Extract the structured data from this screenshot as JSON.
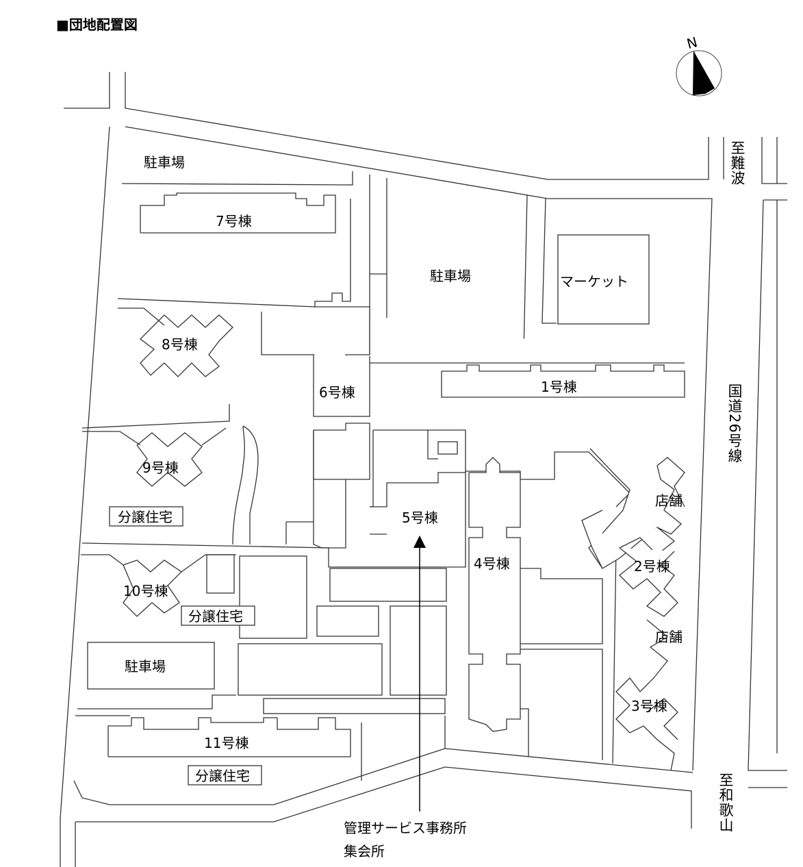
{
  "title": "■団地配置図",
  "compass": {
    "north_label": "N"
  },
  "roads": {
    "to_namba": "至難波",
    "route26": "国道26号線",
    "to_wakayama": "至和歌山"
  },
  "labels": {
    "parking_top": "駐車場",
    "bldg7": "7号棟",
    "parking_center": "駐車場",
    "market": "マーケット",
    "bldg8": "8号棟",
    "bldg6": "6号棟",
    "bldg1": "1号棟",
    "bldg9": "9号棟",
    "condo1": "分譲住宅",
    "shop1": "店舗",
    "bldg5": "5号棟",
    "bldg4": "4号棟",
    "bldg2": "2号棟",
    "bldg10": "10号棟",
    "condo2": "分譲住宅",
    "shop2": "店舗",
    "parking_bottom": "駐車場",
    "bldg3": "3号棟",
    "bldg11": "11号棟",
    "condo3": "分譲住宅",
    "office_line1": "管理サービス事務所",
    "office_line2": "集会所"
  }
}
